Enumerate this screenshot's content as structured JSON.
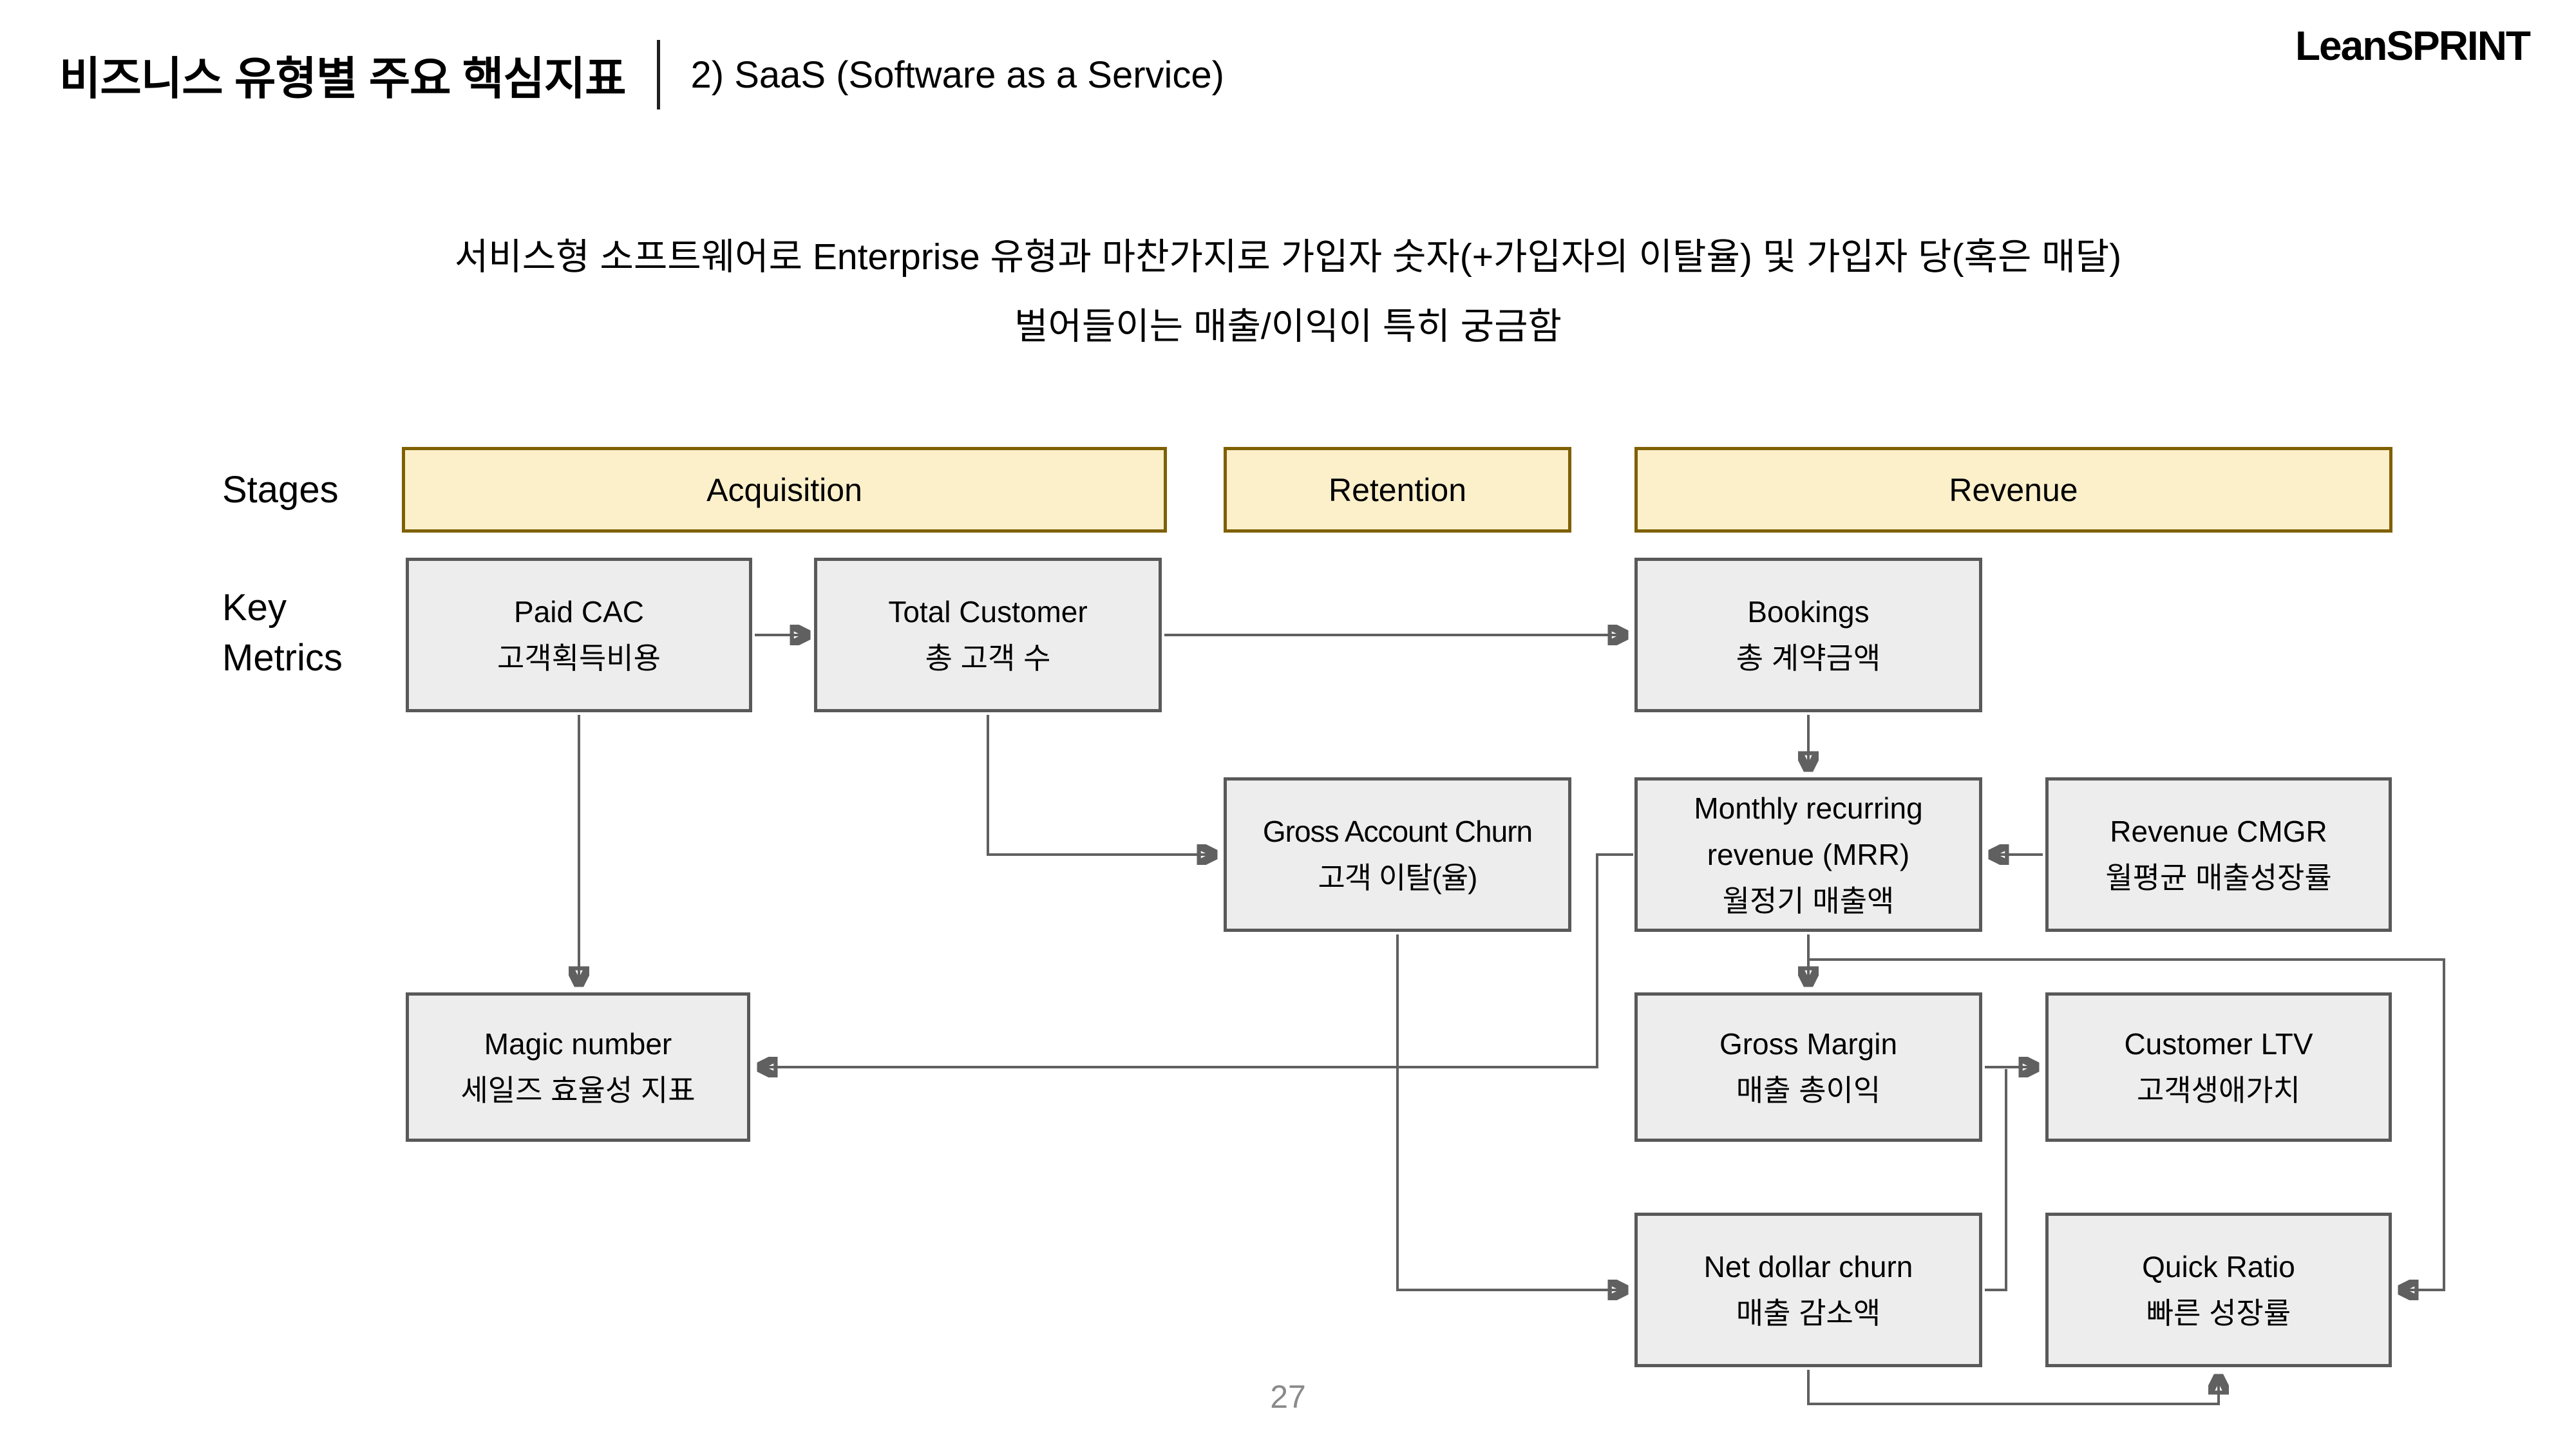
{
  "slide": {
    "title": "비즈니스 유형별 주요 핵심지표",
    "subtitle": "2) SaaS (Software as a Service)",
    "logo": "LeanSPRINT",
    "description_line1": "서비스형 소프트웨어로 Enterprise 유형과 마찬가지로 가입자 숫자(+가입자의 이탈율) 및 가입자 당(혹은 매달)",
    "description_line2": "벌어들이는 매출/이익이 특히 궁금함",
    "page_number": "27"
  },
  "labels": {
    "stages": "Stages",
    "key_metrics_line1": "Key",
    "key_metrics_line2": "Metrics"
  },
  "stages": [
    {
      "id": "acquisition",
      "label": "Acquisition"
    },
    {
      "id": "retention",
      "label": "Retention"
    },
    {
      "id": "revenue",
      "label": "Revenue"
    }
  ],
  "metrics": [
    {
      "id": "paid-cac",
      "en": "Paid CAC",
      "ko": "고객획득비용"
    },
    {
      "id": "total-customer",
      "en": "Total Customer",
      "ko": "총 고객 수"
    },
    {
      "id": "bookings",
      "en": "Bookings",
      "ko": "총 계약금액"
    },
    {
      "id": "gross-account-churn",
      "en": "Gross Account Churn",
      "ko": "고객 이탈(율)"
    },
    {
      "id": "mrr",
      "en": "Monthly recurring revenue (MRR)",
      "ko": "월정기 매출액"
    },
    {
      "id": "revenue-cmgr",
      "en": "Revenue CMGR",
      "ko": "월평균 매출성장률"
    },
    {
      "id": "magic-number",
      "en": "Magic number",
      "ko": "세일즈 효율성 지표"
    },
    {
      "id": "gross-margin",
      "en": "Gross Margin",
      "ko": "매출 총이익"
    },
    {
      "id": "customer-ltv",
      "en": "Customer LTV",
      "ko": "고객생애가치"
    },
    {
      "id": "net-dollar-churn",
      "en": "Net dollar churn",
      "ko": "매출 감소액"
    },
    {
      "id": "quick-ratio",
      "en": "Quick Ratio",
      "ko": "빠른 성장률"
    }
  ],
  "connections": [
    {
      "from": "Paid CAC",
      "to": "Total Customer"
    },
    {
      "from": "Total Customer",
      "to": "Bookings"
    },
    {
      "from": "Total Customer",
      "to": "Gross Account Churn"
    },
    {
      "from": "Bookings",
      "to": "Monthly recurring revenue (MRR)"
    },
    {
      "from": "Revenue CMGR",
      "to": "Monthly recurring revenue (MRR)"
    },
    {
      "from": "Monthly recurring revenue (MRR)",
      "to": "Gross Margin"
    },
    {
      "from": "Monthly recurring revenue (MRR)",
      "to": "Magic number"
    },
    {
      "from": "Paid CAC",
      "to": "Magic number"
    },
    {
      "from": "Gross Account Churn",
      "to": "Net dollar churn"
    },
    {
      "from": "Gross Margin",
      "to": "Customer LTV"
    },
    {
      "from": "Net dollar churn",
      "to": "Customer LTV"
    },
    {
      "from": "Monthly recurring revenue (MRR)",
      "to": "Quick Ratio"
    },
    {
      "from": "Net dollar churn",
      "to": "Quick Ratio"
    }
  ],
  "colors": {
    "stage_fill": "#fcf0cb",
    "stage_border": "#7f6000",
    "metric_fill": "#ededed",
    "metric_border": "#595959",
    "connector": "#606060",
    "page_number": "#8a8a8a"
  }
}
